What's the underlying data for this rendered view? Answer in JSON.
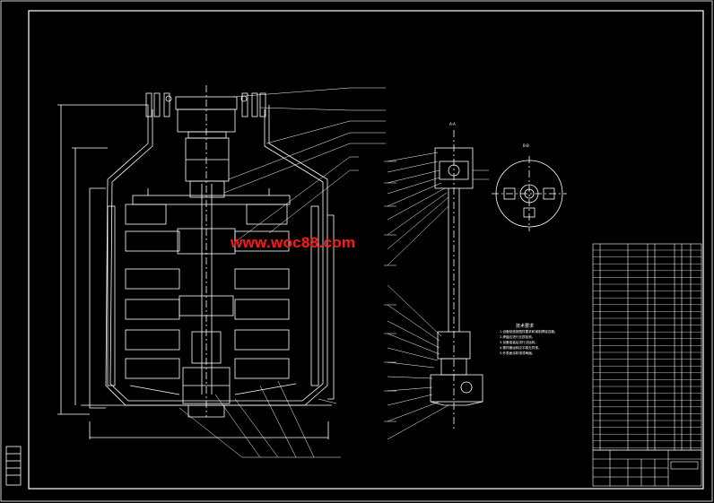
{
  "drawing": {
    "watermark": "www.woc88.com",
    "view_label_a": "A-A",
    "view_label_b": "B-B",
    "tech_requirements": {
      "title": "技术要求",
      "lines": [
        "1.设备制造按图样要求和钢制焊接容器。",
        "2.焊缝应进行无损检测。",
        "3.设备组装后进行试运转。",
        "4.搅拌器运转应平稳无异常。",
        "5.外表面涂防锈漆两遍。"
      ]
    },
    "colors": {
      "background": "#000000",
      "lines": "#ffffff",
      "watermark": "#ff1a1a"
    }
  }
}
